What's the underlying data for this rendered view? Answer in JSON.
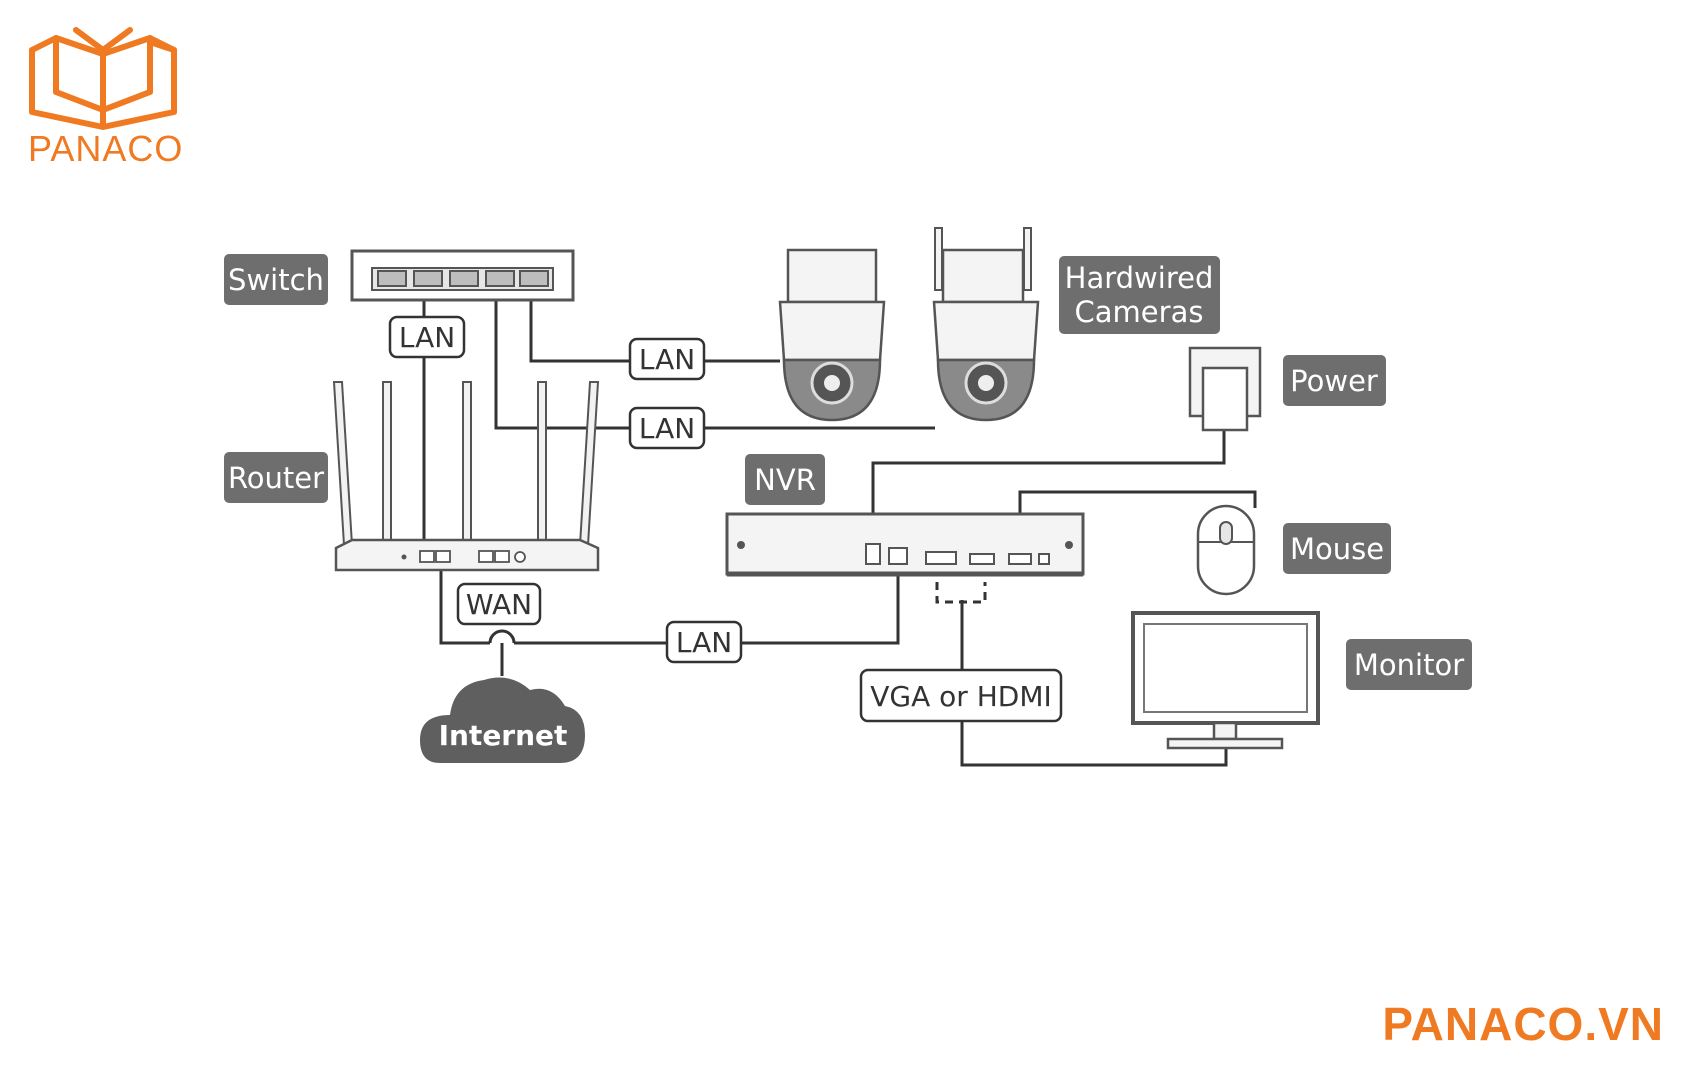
{
  "brand": {
    "name": "PANACO",
    "website": "PANACO.VN",
    "color": "#F07A22"
  },
  "devices": {
    "switch": "Switch",
    "router": "Router",
    "cameras": [
      "Hardwired",
      "Cameras"
    ],
    "power": "Power",
    "nvr": "NVR",
    "mouse": "Mouse",
    "monitor": "Monitor",
    "internet": "Internet"
  },
  "cables": {
    "switch_router": "LAN",
    "switch_camera1": "LAN",
    "switch_camera2": "LAN",
    "router_wan": "WAN",
    "router_nvr": "LAN",
    "nvr_monitor": "VGA or HDMI"
  },
  "colors": {
    "tag": "#6E6E6E",
    "line": "#333333",
    "device_outline": "#555555"
  }
}
